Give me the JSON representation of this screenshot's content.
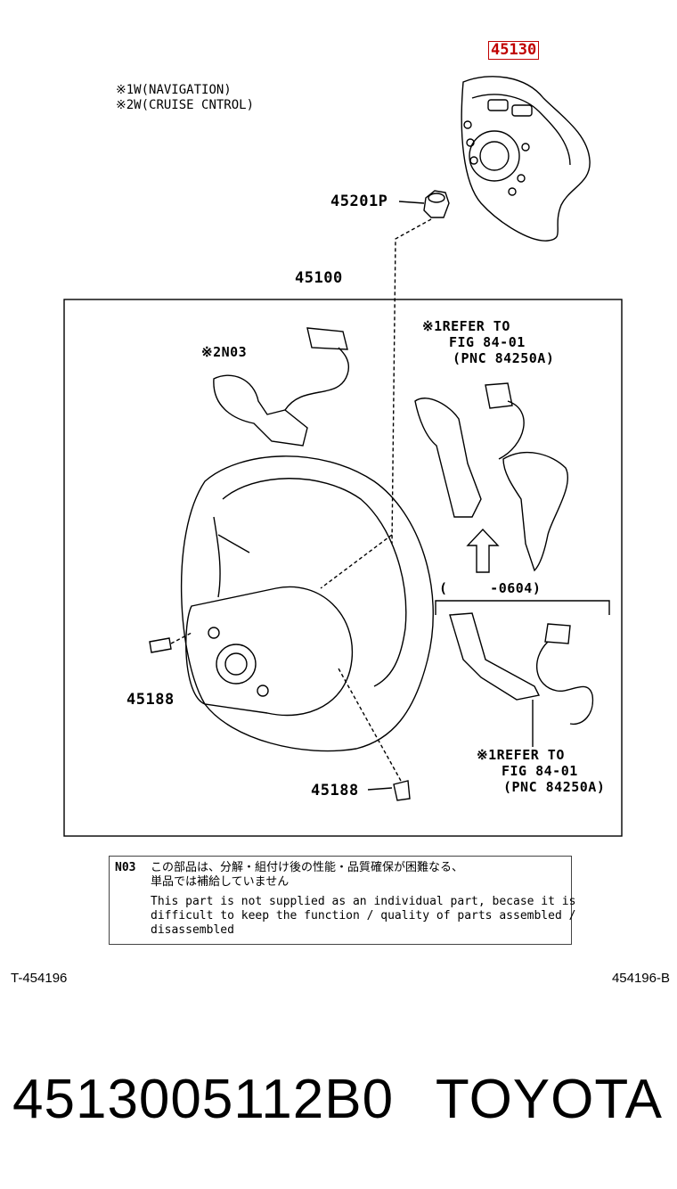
{
  "highlight_part": "45130",
  "notes": [
    "※1W(NAVIGATION)",
    "※2W(CRUISE CNTROL)"
  ],
  "labels": {
    "p45201p": "45201P",
    "p45100": "45100",
    "n03": "※2N03",
    "p45188_left": "45188",
    "p45188_bottom": "45188"
  },
  "refer_top": [
    "※1REFER TO",
    "FIG 84-01",
    "(PNC 84250A)"
  ],
  "refer_bottom": [
    "※1REFER TO",
    "FIG 84-01",
    "(PNC 84250A)"
  ],
  "date_range": "(     -0604)",
  "note": {
    "code": "N03",
    "jp": "この部品は、分解・組付け後の性能・品質確保が困難なる、\n単品では補給していません",
    "en": "This part is not supplied as an individual part, becase it is\ndifficult to keep the function / quality of parts assembled /\ndisassembled"
  },
  "footer_left": "T-454196",
  "footer_right": "454196-B",
  "part_number": "4513005112B0",
  "brand": "TOYOTA",
  "colors": {
    "highlight": "#c00000"
  }
}
